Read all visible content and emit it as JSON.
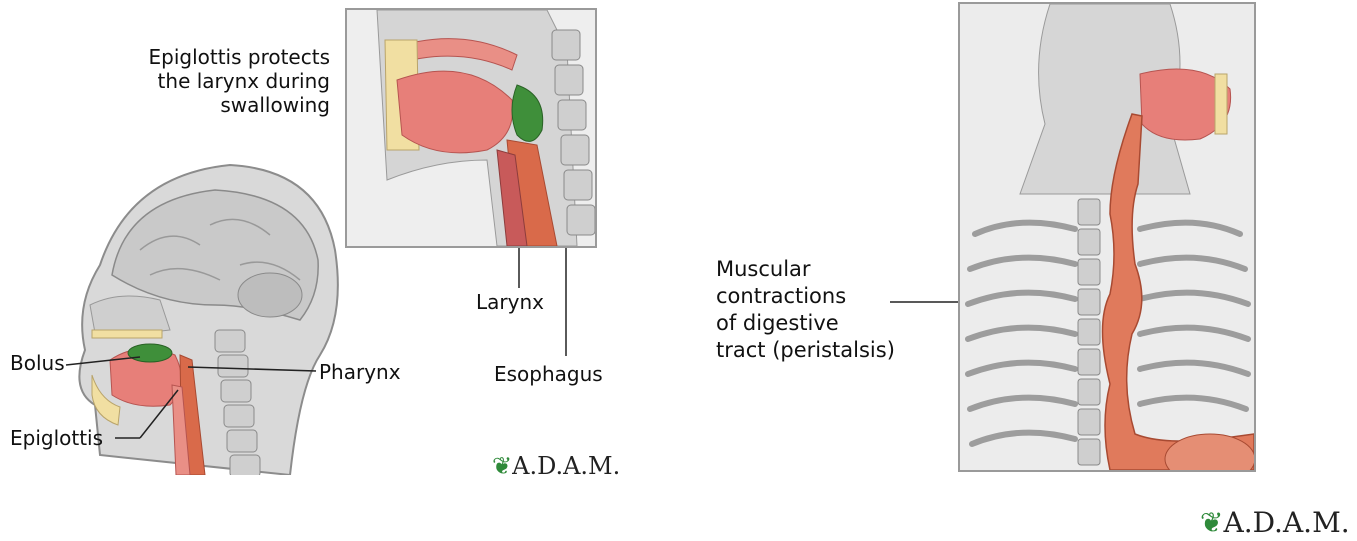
{
  "left_figure": {
    "caption": "Epiglottis protects\nthe larynx during\nswallowing",
    "labels": {
      "bolus": "Bolus",
      "epiglottis": "Epiglottis",
      "pharynx": "Pharynx",
      "larynx": "Larynx",
      "esophagus": "Esophagus"
    },
    "logo": "A.D.A.M."
  },
  "right_figure": {
    "label": "Muscular\ncontractions\nof digestive\ntract (peristalsis)",
    "logo": "A.D.A.M."
  },
  "colors": {
    "tissue_pink": "#e77f79",
    "esophagus_orange": "#d96a4a",
    "bolus_green": "#3f8f3a",
    "bone_cream": "#f1dfa2",
    "gray_anatomy": "#bdbdbd"
  },
  "icons": [
    "adam-leaf-icon"
  ]
}
